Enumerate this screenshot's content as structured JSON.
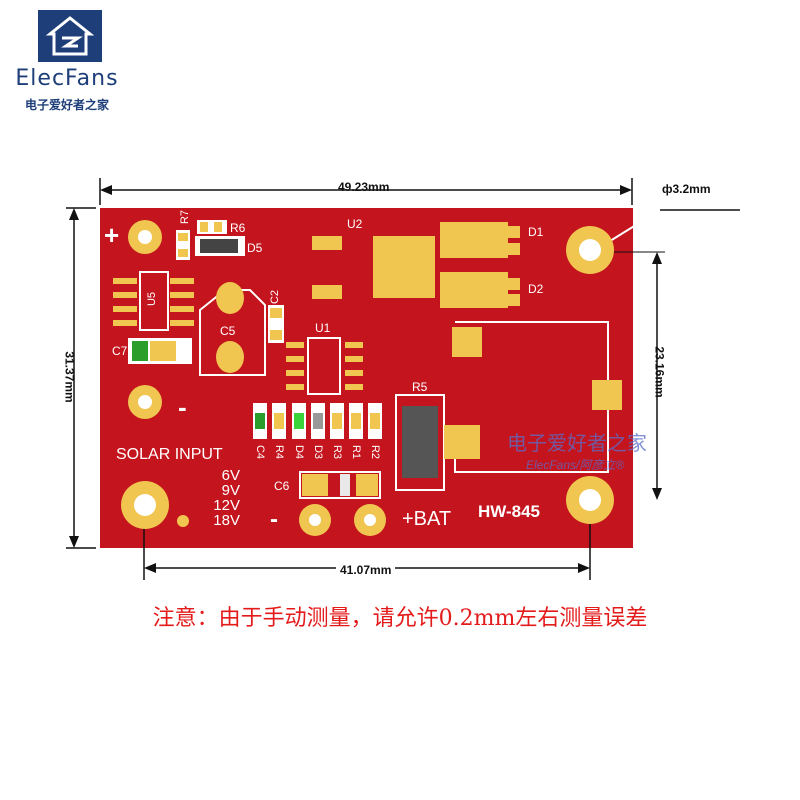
{
  "logo": {
    "name": "ElecFans",
    "subtitle": "电子爱好者之家",
    "icon": "house-logo-icon"
  },
  "board": {
    "model": "HW-845",
    "solar_label": "SOLAR INPUT",
    "voltages": [
      "6V",
      "9V",
      "12V",
      "18V"
    ],
    "bat_label": "+BAT",
    "plus": "+",
    "minus": "-",
    "components": {
      "r7": "R7",
      "r6": "R6",
      "d5": "D5",
      "u2": "U2",
      "d1": "D1",
      "d2": "D2",
      "u5": "U5",
      "c2": "C2",
      "c5": "C5",
      "u1": "U1",
      "c7": "C7",
      "r5": "R5",
      "c6": "C6"
    },
    "bottom_labels": [
      "C4",
      "R4",
      "D4",
      "D3",
      "R3",
      "R1",
      "R2"
    ],
    "colors": {
      "pcb": "#c4141e",
      "pad": "#f0c550",
      "silk": "#ffffff"
    }
  },
  "dimensions": {
    "width": "49.23mm",
    "height": "31.37mm",
    "hole_distance_x": "41.07mm",
    "hole_distance_y": "23.16mm",
    "hole_diameter": "ф3.2mm"
  },
  "watermark": {
    "line1": "电子爱好者之家",
    "line2": "ElecFans/阿彦立®"
  },
  "note": "注意：由于手动测量，请允许0.2mm左右测量误差"
}
